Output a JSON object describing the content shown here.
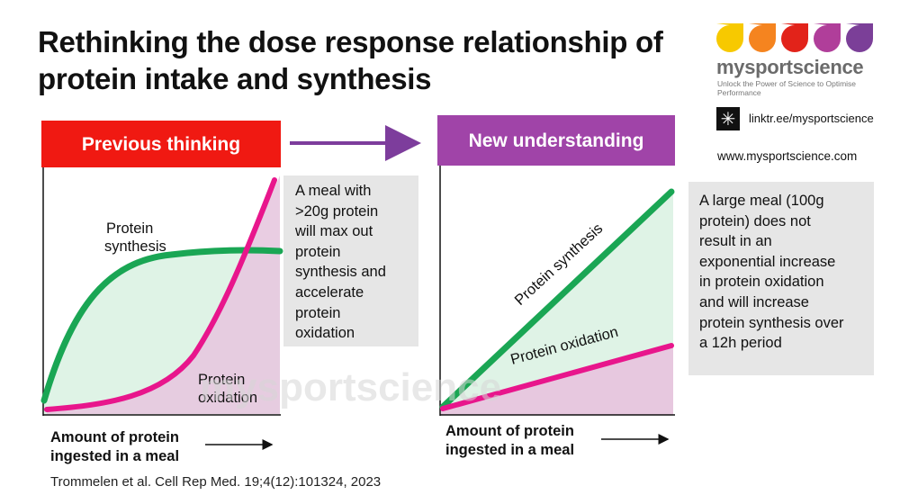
{
  "title": "Rethinking the dose response relationship of protein intake and synthesis",
  "brand": {
    "name": "mysportscience",
    "tagline": "Unlock the Power of Science to Optimise Performance",
    "linktree": "linktr.ee/mysportscience",
    "website": "www.mysportscience.com",
    "linktree_icon": "linktree-asterisk-icon",
    "colors": [
      "#f7c900",
      "#f5841f",
      "#e2231a",
      "#b03e9a",
      "#7b3f98"
    ]
  },
  "left_panel": {
    "header": "Previous thinking",
    "header_color": "#f01912",
    "synthesis_label_1": "Protein",
    "synthesis_label_2": "synthesis",
    "oxidation_label_1": "Protein",
    "oxidation_label_2": "oxidation",
    "note_lines": [
      "A meal with",
      ">20g protein",
      "will max out",
      "protein",
      "synthesis and",
      "accelerate",
      "protein",
      "oxidation"
    ],
    "xlabel_1": "Amount of protein",
    "xlabel_2": "ingested in a meal"
  },
  "right_panel": {
    "header": "New understanding",
    "header_color": "#a044a8",
    "synthesis_label": "Protein synthesis",
    "oxidation_label": "Protein oxidation",
    "note_lines": [
      "A large meal (100g",
      "protein) does not",
      "result in an",
      "exponential increase",
      "in protein oxidation",
      "and will increase",
      "protein synthesis over",
      "a 12h period"
    ],
    "xlabel_1": "Amount of protein",
    "xlabel_2": "ingested in a meal"
  },
  "colors": {
    "synthesis_line": "#1aa654",
    "oxidation_line": "#e8168c",
    "synthesis_fill": "#dff3e6",
    "oxidation_fill": "#e7c8df",
    "arrow": "#7d3d9c"
  },
  "watermark": "mysportscience",
  "citation": "Trommelen et al. Cell Rep Med. 19;4(12):101324, 2023"
}
